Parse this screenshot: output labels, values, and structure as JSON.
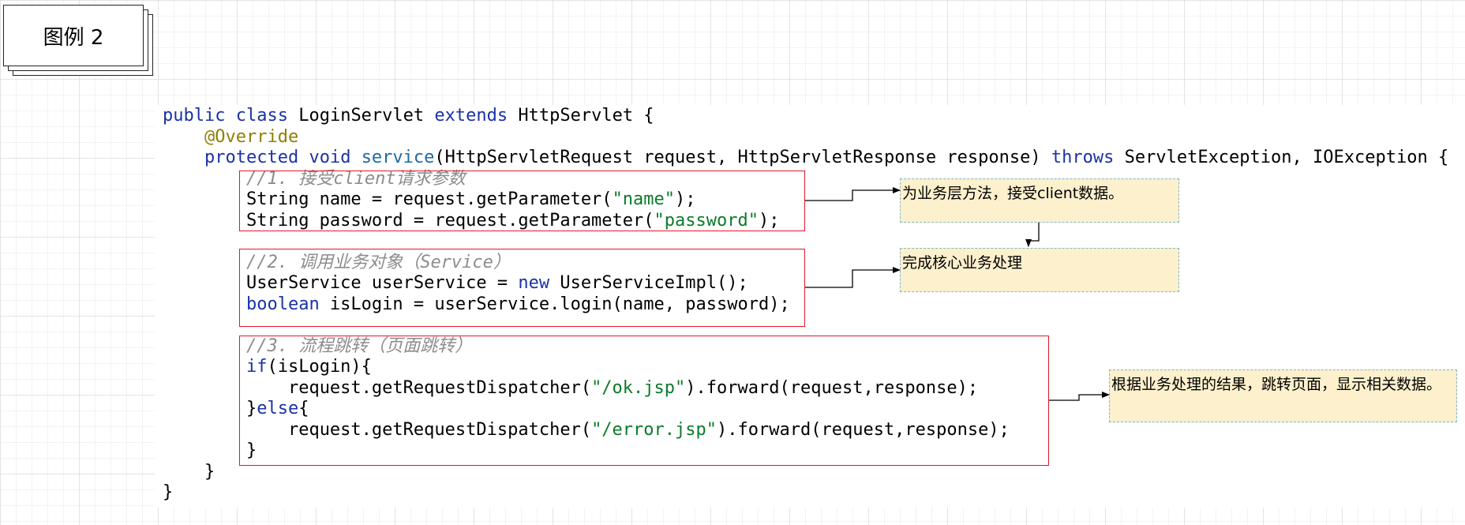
{
  "legend": {
    "label": "图例 2"
  },
  "code": {
    "l1_public": "public",
    "l1_class": "class",
    "l1_name": " LoginServlet ",
    "l1_extends": "extends",
    "l1_rest": " HttpServlet {",
    "l2_annotation": "@Override",
    "l3_protected": "protected",
    "l3_void": "void",
    "l3_method": "service",
    "l3_params": "(HttpServletRequest request, HttpServletResponse response) ",
    "l3_throws": "throws",
    "l3_rest": " ServletException, IOException {",
    "c1": "//1. 接受client请求参数",
    "l5_a": "String name = request.getParameter(",
    "l5_str": "\"name\"",
    "l5_b": ");",
    "l6_a": "String password = request.getParameter(",
    "l6_str": "\"password\"",
    "l6_b": ");",
    "c2": "//2. 调用业务对象（Service）",
    "l9_a": "UserService userService = ",
    "l9_new": "new",
    "l9_b": " UserServiceImpl();",
    "l10_boolean": "boolean",
    "l10_rest": " isLogin = userService.login(name, password);",
    "c3": "//3. 流程跳转（页面跳转）",
    "l13_if": "if",
    "l13_rest": "(isLogin){",
    "l14_a": "request.getRequestDispatcher(",
    "l14_str": "\"/ok.jsp\"",
    "l14_b": ").forward(request,response);",
    "l15_a": "}",
    "l15_else": "else",
    "l15_b": "{",
    "l16_a": "request.getRequestDispatcher(",
    "l16_str": "\"/error.jsp\"",
    "l16_b": ").forward(request,response);",
    "l17": "}",
    "l18": "}",
    "l19": "}"
  },
  "notes": {
    "n1": "为业务层方法，接受client数据。",
    "n2": "完成核心业务处理",
    "n3": "根据业务处理的结果，跳转页面，显示相关数据。"
  },
  "colors": {
    "keyword": "#1a32a6",
    "annotation": "#8f7f00",
    "method": "#1f6aa0",
    "string": "#0b7a2a",
    "comment": "#8c8c8c",
    "highlight_border": "#e0182a",
    "note_fill": "#fdf0cd",
    "note_border": "#7fb8c6"
  }
}
